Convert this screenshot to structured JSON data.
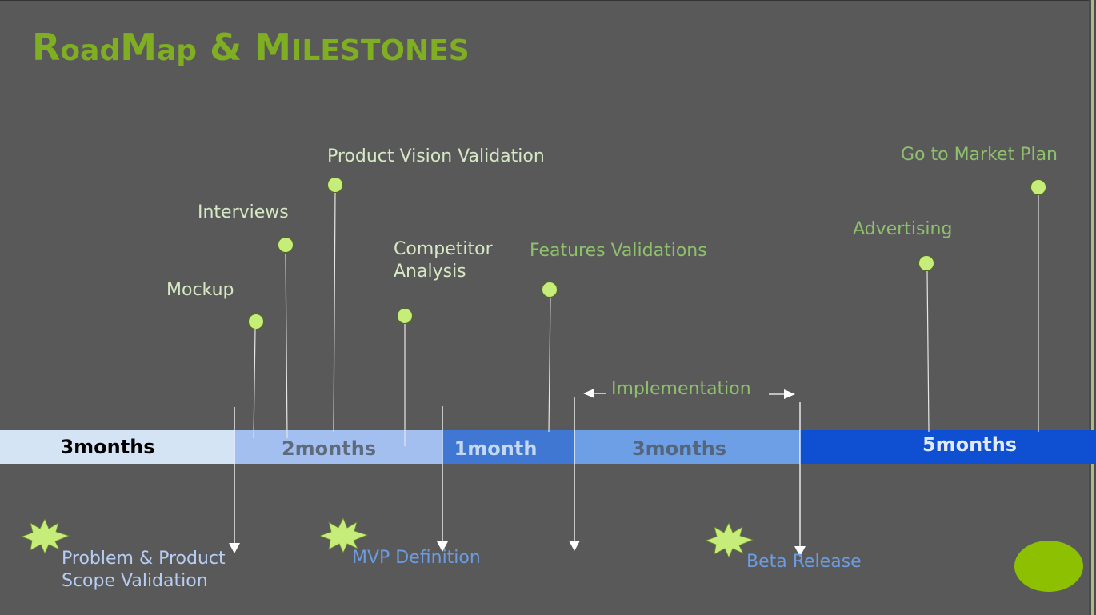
{
  "title": {
    "first_word_cap": "R",
    "first_word_rest": "oad",
    "second_cap": "M",
    "second_rest": "ap",
    "amp": " & ",
    "third_cap": "M",
    "third_rest": "ilestones"
  },
  "timeline": [
    {
      "label": "3months",
      "color": "#d5e4f4",
      "text_color": "#000000"
    },
    {
      "label": "2months",
      "color": "#a2bff0",
      "text_color": "#5f6a7a"
    },
    {
      "label": "1month",
      "color": "#3f77d3",
      "text_color": "#c4d8f2"
    },
    {
      "label": "3months",
      "color": "#6d9fe6",
      "text_color": "#55657a"
    },
    {
      "label": "5months",
      "color": "#0f4fd1",
      "text_color": "#dfe9f8"
    }
  ],
  "milestones": [
    {
      "label": "Mockup",
      "style": "light"
    },
    {
      "label": "Interviews",
      "style": "light"
    },
    {
      "label": "Product Vision Validation",
      "style": "light"
    },
    {
      "label_line1": "Competitor",
      "label_line2": "Analysis",
      "style": "light"
    },
    {
      "label": "Features Validations",
      "style": "green"
    },
    {
      "label": "Advertising",
      "style": "green"
    },
    {
      "label": "Go to Market Plan",
      "style": "green"
    }
  ],
  "implementation_label": "Implementation",
  "phases": [
    {
      "label_line1": "Problem & Product",
      "label_line2": "Scope Validation"
    },
    {
      "label": "MVP Definition"
    },
    {
      "label": "Beta Release"
    }
  ],
  "colors": {
    "title": "#7fae22",
    "milestone_dot": "#c6ec7a",
    "burst": "#c6ec7a",
    "circle": "#8cc000"
  }
}
